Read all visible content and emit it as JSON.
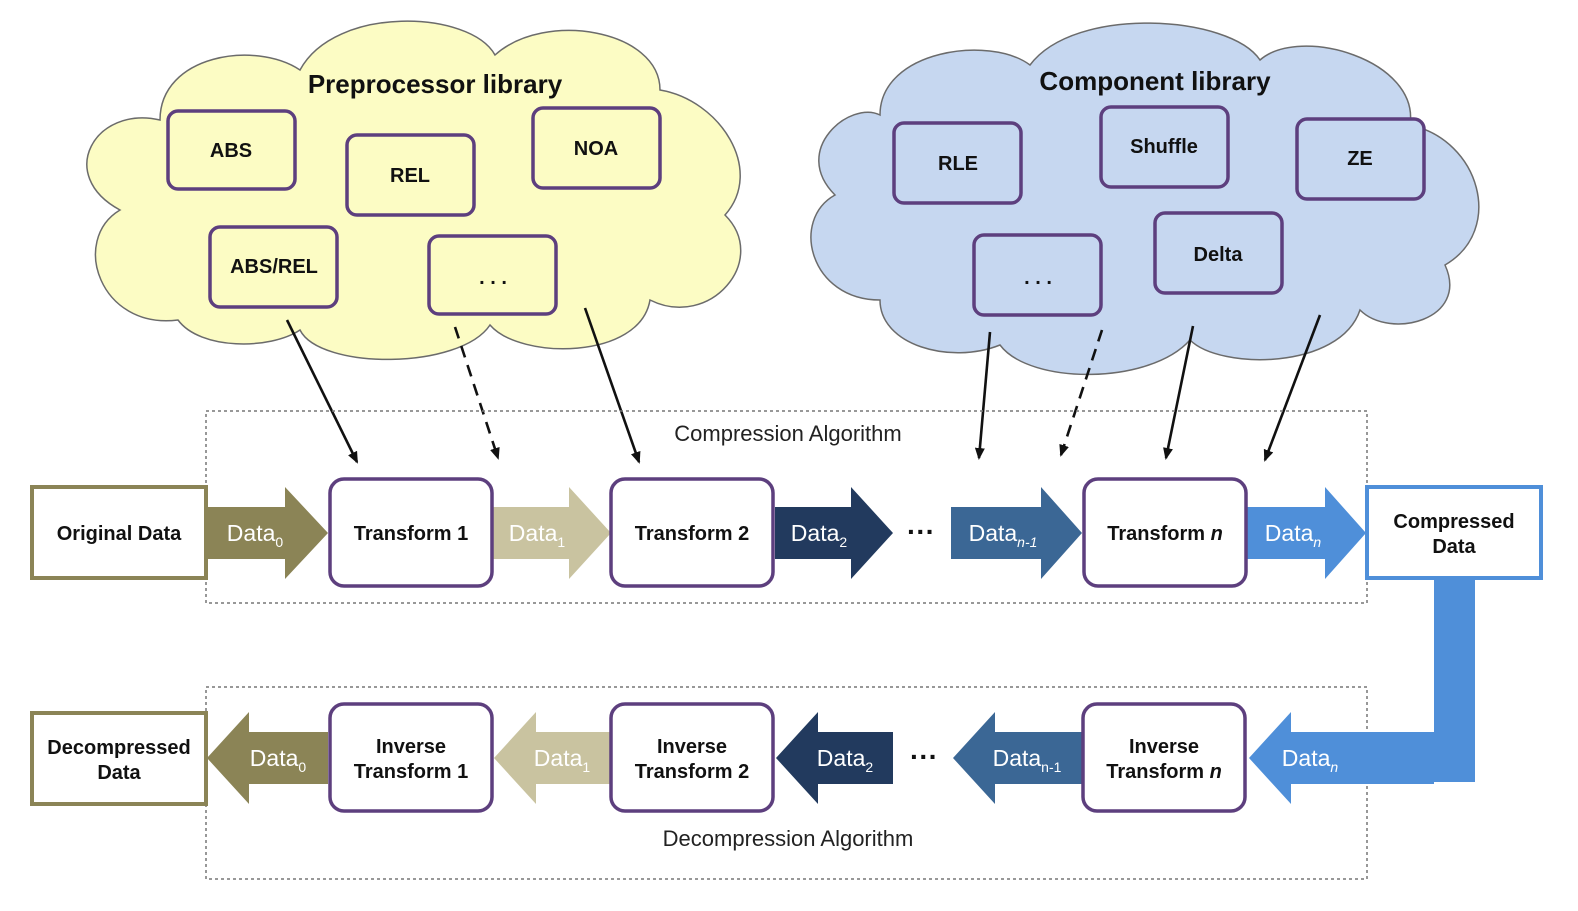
{
  "preprocessor_library": {
    "title": "Preprocessor library",
    "items": [
      "ABS",
      "REL",
      "NOA",
      "ABS/REL",
      ". . ."
    ]
  },
  "component_library": {
    "title": "Component library",
    "items": [
      "RLE",
      "Shuffle",
      "ZE",
      ". . .",
      "Delta"
    ]
  },
  "compression": {
    "label": "Compression Algorithm",
    "input": "Original Data",
    "output_line1": "Compressed",
    "output_line2": "Data",
    "transforms": [
      "Transform 1",
      "Transform 2"
    ],
    "transform_n_prefix": "Transform",
    "transform_n_var": "n",
    "ellipsis": "···"
  },
  "decompression": {
    "label": "Decompression Algorithm",
    "output_line1": "Decompressed",
    "output_line2": "Data",
    "inverse_prefix": "Inverse",
    "inverse_1": "Transform 1",
    "inverse_2": "Transform 2",
    "inverse_n_prefix": "Transform",
    "inverse_n_var": "n",
    "ellipsis": "···"
  },
  "data_labels": {
    "base": "Data",
    "sub0": "0",
    "sub1": "1",
    "sub2": "2",
    "subn1": "n-1",
    "subn": "n"
  },
  "colors": {
    "cloud_yellow": "#fcfcc4",
    "cloud_blue": "#c6d7f0",
    "box_border": "#5d3f7e",
    "olive": "#8b8456",
    "tan": "#c9c3a0",
    "navy": "#223a5e",
    "steel": "#3b6795",
    "bright_blue": "#4f8fd9"
  }
}
